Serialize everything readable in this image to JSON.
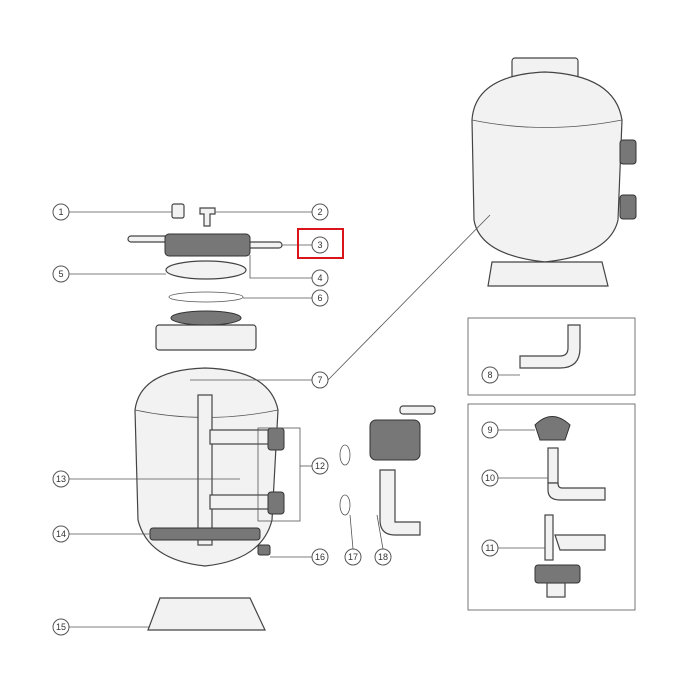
{
  "diagram": {
    "highlight_color": "#d9141b",
    "highlighted_part": "3",
    "callouts": [
      {
        "label": "1",
        "part": "drain-cap"
      },
      {
        "label": "2",
        "part": "air-release-valve"
      },
      {
        "label": "3",
        "part": "lid-locking-ring"
      },
      {
        "label": "4",
        "part": "ring-clip"
      },
      {
        "label": "5",
        "part": "lid"
      },
      {
        "label": "6",
        "part": "o-ring"
      },
      {
        "label": "7",
        "part": "tank"
      },
      {
        "label": "8",
        "part": "elbow-pipe"
      },
      {
        "label": "9",
        "part": "diffuser"
      },
      {
        "label": "10",
        "part": "upper-collector-pipe"
      },
      {
        "label": "11",
        "part": "lower-collector-assembly"
      },
      {
        "label": "12",
        "part": "side-union-connectors"
      },
      {
        "label": "13",
        "part": "internal-pipes"
      },
      {
        "label": "14",
        "part": "laterals"
      },
      {
        "label": "15",
        "part": "base"
      },
      {
        "label": "16",
        "part": "drain-plug"
      },
      {
        "label": "17",
        "part": "union-gasket"
      },
      {
        "label": "18",
        "part": "multiport-valve"
      }
    ]
  }
}
